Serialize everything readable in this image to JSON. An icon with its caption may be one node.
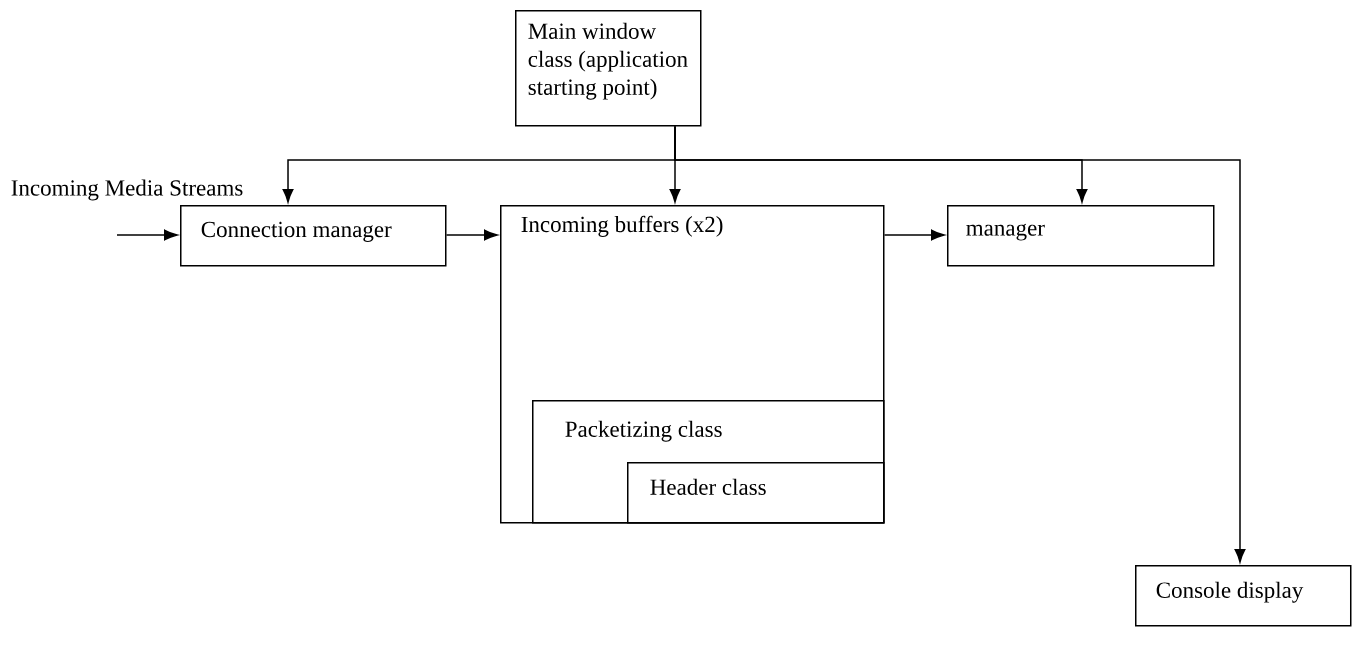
{
  "diagram": {
    "nodes": [
      {
        "text": [
          "Main window class (application starting point)"
        ]
      },
      {
        "text": [
          "Connection manager"
        ]
      },
      {
        "text": [
          "Incoming buffers (x2)"
        ]
      },
      {
        "text": [
          "Packetizing class"
        ],
        "in": 2
      },
      {
        "text": [
          "Header class"
        ],
        "in": 3
      },
      {
        "text": [
          "manager"
        ]
      },
      {
        "text": [
          "Console display"
        ]
      }
    ],
    "edges": [
      {
        "from": null,
        "to": 1,
        "arrow": "to"
      },
      {
        "from": 1,
        "to": 2,
        "arrow": "to"
      },
      {
        "from": 2,
        "to": 5,
        "arrow": "to"
      },
      {
        "from": 0,
        "to": 2,
        "arrow": "to"
      },
      {
        "from": 0,
        "to": 1,
        "arrow": "to"
      },
      {
        "from": 0,
        "to": 5,
        "arrow": "to"
      },
      {
        "from": 0,
        "to": 6,
        "arrow": "to"
      }
    ],
    "labels": [
      "Incoming Media Streams"
    ]
  }
}
